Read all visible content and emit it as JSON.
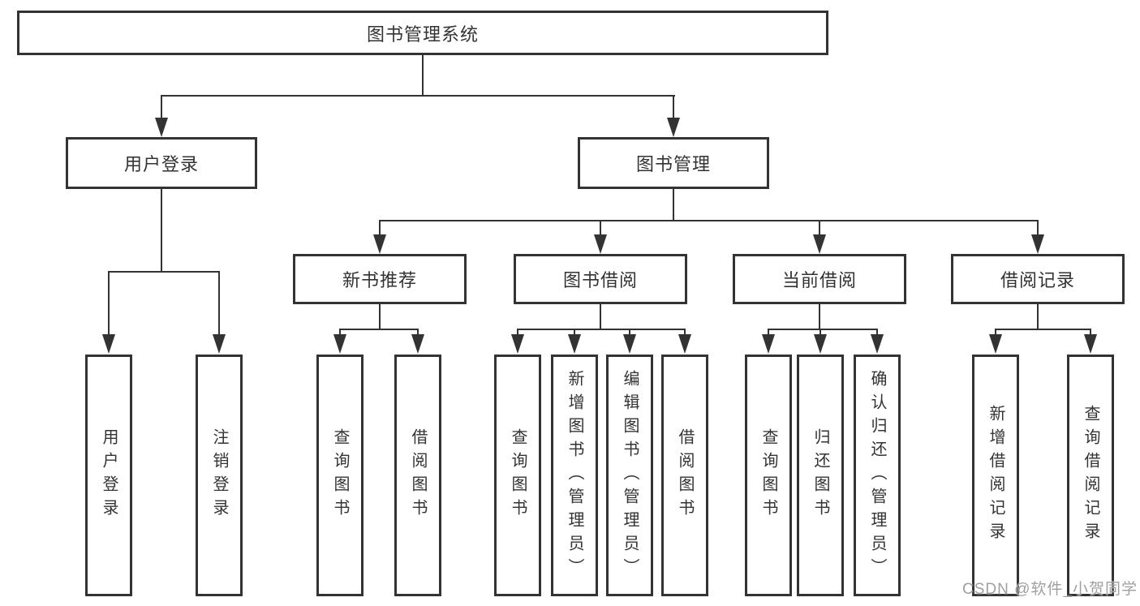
{
  "diagram": {
    "type": "tree",
    "root": {
      "label": "图书管理系统"
    },
    "level2": [
      {
        "label": "用户登录",
        "parent": "图书管理系统"
      },
      {
        "label": "图书管理",
        "parent": "图书管理系统"
      }
    ],
    "level3": [
      {
        "label": "新书推荐",
        "parent": "图书管理"
      },
      {
        "label": "图书借阅",
        "parent": "图书管理"
      },
      {
        "label": "当前借阅",
        "parent": "图书管理"
      },
      {
        "label": "借阅记录",
        "parent": "图书管理"
      }
    ],
    "leaves": [
      {
        "label": "用户登录",
        "parent": "用户登录"
      },
      {
        "label": "注销登录",
        "parent": "用户登录"
      },
      {
        "label": "查询图书",
        "parent": "新书推荐"
      },
      {
        "label": "借阅图书",
        "parent": "新书推荐"
      },
      {
        "label": "查询图书",
        "parent": "图书借阅"
      },
      {
        "label": "新增图书（管理员）",
        "parent": "图书借阅"
      },
      {
        "label": "编辑图书（管理员）",
        "parent": "图书借阅"
      },
      {
        "label": "借阅图书",
        "parent": "图书借阅"
      },
      {
        "label": "查询图书",
        "parent": "当前借阅"
      },
      {
        "label": "归还图书",
        "parent": "当前借阅"
      },
      {
        "label": "确认归还（管理员）",
        "parent": "当前借阅"
      },
      {
        "label": "新增借阅记录",
        "parent": "借阅记录"
      },
      {
        "label": "查询借阅记录",
        "parent": "借阅记录"
      }
    ]
  },
  "watermark": {
    "text": "CSDN @软件_小贺同学"
  },
  "colors": {
    "line": "#333333",
    "border": "#333333",
    "text": "#333333",
    "watermark": "#a0a0a0",
    "background": "#ffffff"
  }
}
